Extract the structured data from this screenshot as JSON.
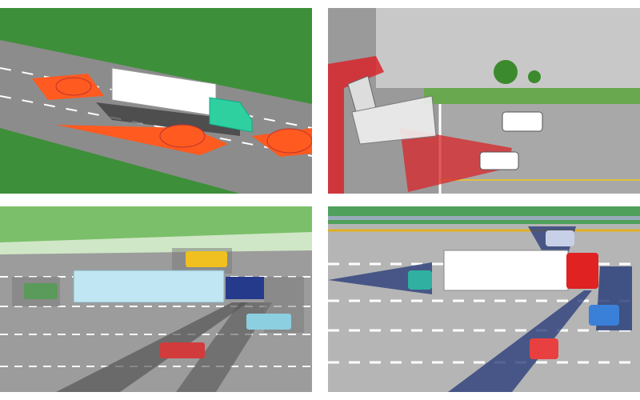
{
  "colors": {
    "grass": "#3e8f3a",
    "road": "#8a8a8a",
    "blind_spot_orange": "#ff5a1f",
    "blind_spot_red": "#d8252a",
    "blind_spot_gray": "#5a5a5a",
    "blind_spot_blue": "#2c3f7a",
    "truck_cab_green": "#2fd0a0",
    "truck_cab_navy": "#263a8c",
    "truck_cab_red": "#e02222",
    "trailer_white": "#ffffff",
    "trailer_light_blue": "#bfe6f2"
  },
  "panels": [
    {
      "id": "top-left",
      "icon": "truck-blind-spot-perspective"
    },
    {
      "id": "top-right",
      "icon": "truck-turning-blind-spot-aerial"
    },
    {
      "id": "bottom-left",
      "icon": "truck-blind-spot-flat"
    },
    {
      "id": "bottom-right",
      "icon": "truck-blind-spot-highway"
    }
  ]
}
